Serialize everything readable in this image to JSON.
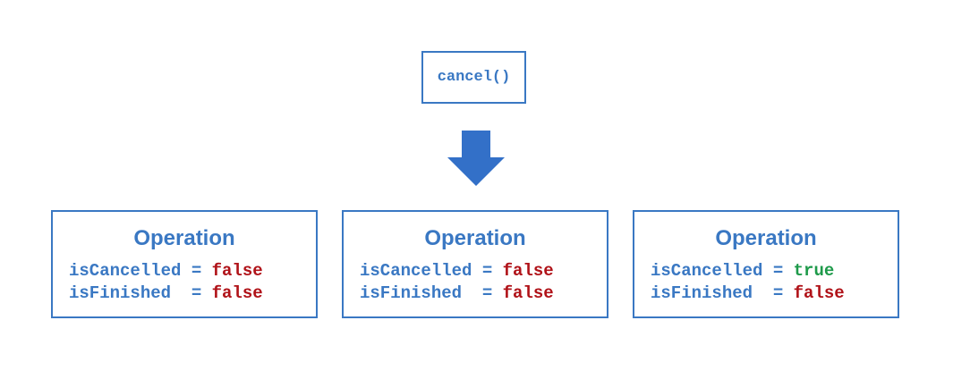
{
  "call": {
    "label": "cancel()"
  },
  "operations": [
    {
      "title": "Operation",
      "lines": [
        {
          "key": "isCancelled = ",
          "value": "false",
          "state": false
        },
        {
          "key": "isFinished  = ",
          "value": "false",
          "state": false
        }
      ]
    },
    {
      "title": "Operation",
      "lines": [
        {
          "key": "isCancelled = ",
          "value": "false",
          "state": false
        },
        {
          "key": "isFinished  = ",
          "value": "false",
          "state": false
        }
      ]
    },
    {
      "title": "Operation",
      "lines": [
        {
          "key": "isCancelled = ",
          "value": "true",
          "state": true
        },
        {
          "key": "isFinished  = ",
          "value": "false",
          "state": false
        }
      ]
    }
  ],
  "colors": {
    "accent": "#3a78c3",
    "false": "#b01218",
    "true": "#1e9a4a"
  }
}
